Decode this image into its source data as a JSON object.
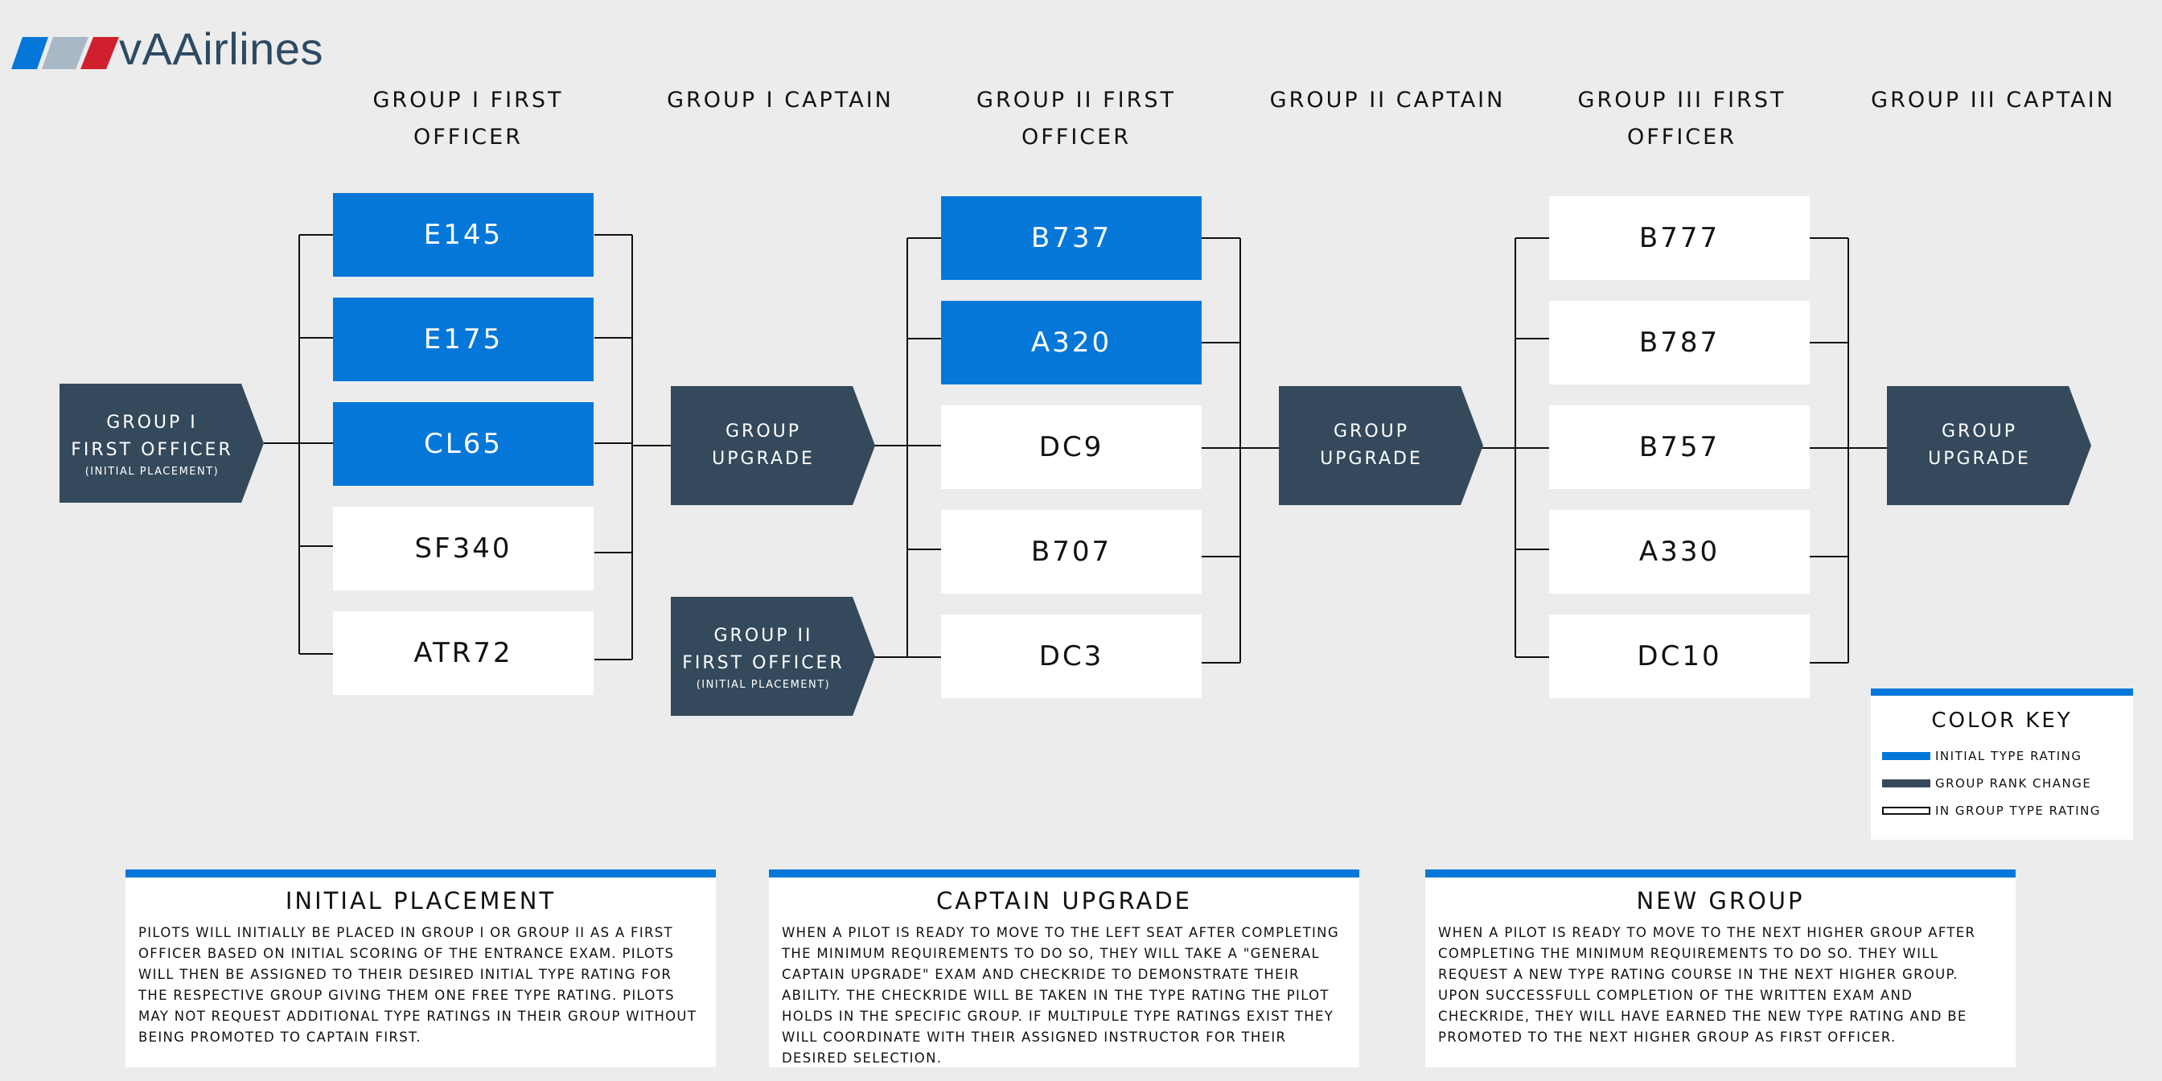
{
  "logo": {
    "text": "vAAirlines"
  },
  "columns": [
    "GROUP I FIRST OFFICER",
    "GROUP I CAPTAIN",
    "GROUP II FIRST OFFICER",
    "GROUP II CAPTAIN",
    "GROUP III FIRST OFFICER",
    "GROUP III CAPTAIN"
  ],
  "groups": {
    "group1_fo": [
      "E145",
      "E175",
      "CL65",
      "SF340",
      "ATR72"
    ],
    "group2_fo": [
      "B737",
      "A320",
      "DC9",
      "B707",
      "DC3"
    ],
    "group3_fo": [
      "B777",
      "B787",
      "B757",
      "A330",
      "DC10"
    ]
  },
  "aircraft_rating_type": {
    "group1_fo": [
      "initial",
      "initial",
      "initial",
      "in-group",
      "in-group"
    ],
    "group2_fo": [
      "initial",
      "initial",
      "in-group",
      "in-group",
      "in-group"
    ],
    "group3_fo": [
      "in-group",
      "in-group",
      "in-group",
      "in-group",
      "in-group"
    ]
  },
  "chevrons": {
    "g1_fo": {
      "line1": "GROUP I",
      "line2": "FIRST OFFICER",
      "small": "(INITIAL PLACEMENT)"
    },
    "upgrade1": {
      "line1": "GROUP",
      "line2": "UPGRADE"
    },
    "g2_fo": {
      "line1": "GROUP II",
      "line2": "FIRST OFFICER",
      "small": "(INITIAL PLACEMENT)"
    },
    "upgrade2": {
      "line1": "GROUP",
      "line2": "UPGRADE"
    },
    "upgrade3": {
      "line1": "GROUP",
      "line2": "UPGRADE"
    }
  },
  "color_key": {
    "title": "COLOR KEY",
    "items": [
      {
        "label": "INITIAL TYPE RATING",
        "color": "#0477d9"
      },
      {
        "label": "GROUP RANK CHANGE",
        "color": "#34495c"
      },
      {
        "label": "IN GROUP TYPE RATING",
        "color": "#ffffff"
      }
    ]
  },
  "colors": {
    "blue": "#0477d9",
    "navy": "#34495c",
    "background": "#ececec"
  },
  "panels": [
    {
      "title": "INITIAL PLACEMENT",
      "body": "PILOTS WILL INITIALLY BE PLACED IN GROUP I OR GROUP II AS A FIRST OFFICER BASED ON INITIAL SCORING OF THE ENTRANCE EXAM. PILOTS WILL THEN BE ASSIGNED TO THEIR DESIRED INITIAL TYPE RATING FOR THE RESPECTIVE GROUP GIVING THEM ONE FREE TYPE RATING. PILOTS MAY NOT REQUEST ADDITIONAL TYPE RATINGS IN THEIR GROUP WITHOUT BEING PROMOTED TO CAPTAIN FIRST."
    },
    {
      "title": "CAPTAIN UPGRADE",
      "body": "WHEN A PILOT IS READY TO MOVE TO THE LEFT SEAT AFTER COMPLETING THE MINIMUM REQUIREMENTS TO DO SO, THEY WILL TAKE A \"GENERAL CAPTAIN UPGRADE\" EXAM AND CHECKRIDE TO DEMONSTRATE THEIR ABILITY. THE CHECKRIDE WILL BE TAKEN IN THE TYPE RATING THE PILOT HOLDS IN THE SPECIFIC GROUP. IF MULTIPULE TYPE RATINGS EXIST THEY WILL COORDINATE WITH THEIR ASSIGNED INSTRUCTOR FOR THEIR DESIRED SELECTION."
    },
    {
      "title": "NEW GROUP",
      "body": "WHEN A PILOT IS READY TO MOVE TO THE NEXT HIGHER GROUP AFTER COMPLETING THE MINIMUM REQUIREMENTS TO DO SO. THEY WILL REQUEST A NEW TYPE RATING COURSE IN THE NEXT HIGHER GROUP. UPON SUCCESSFULL COMPLETION OF THE WRITTEN EXAM AND CHECKRIDE, THEY WILL HAVE EARNED THE NEW TYPE RATING AND BE PROMOTED TO THE NEXT HIGHER GROUP AS FIRST OFFICER."
    }
  ]
}
